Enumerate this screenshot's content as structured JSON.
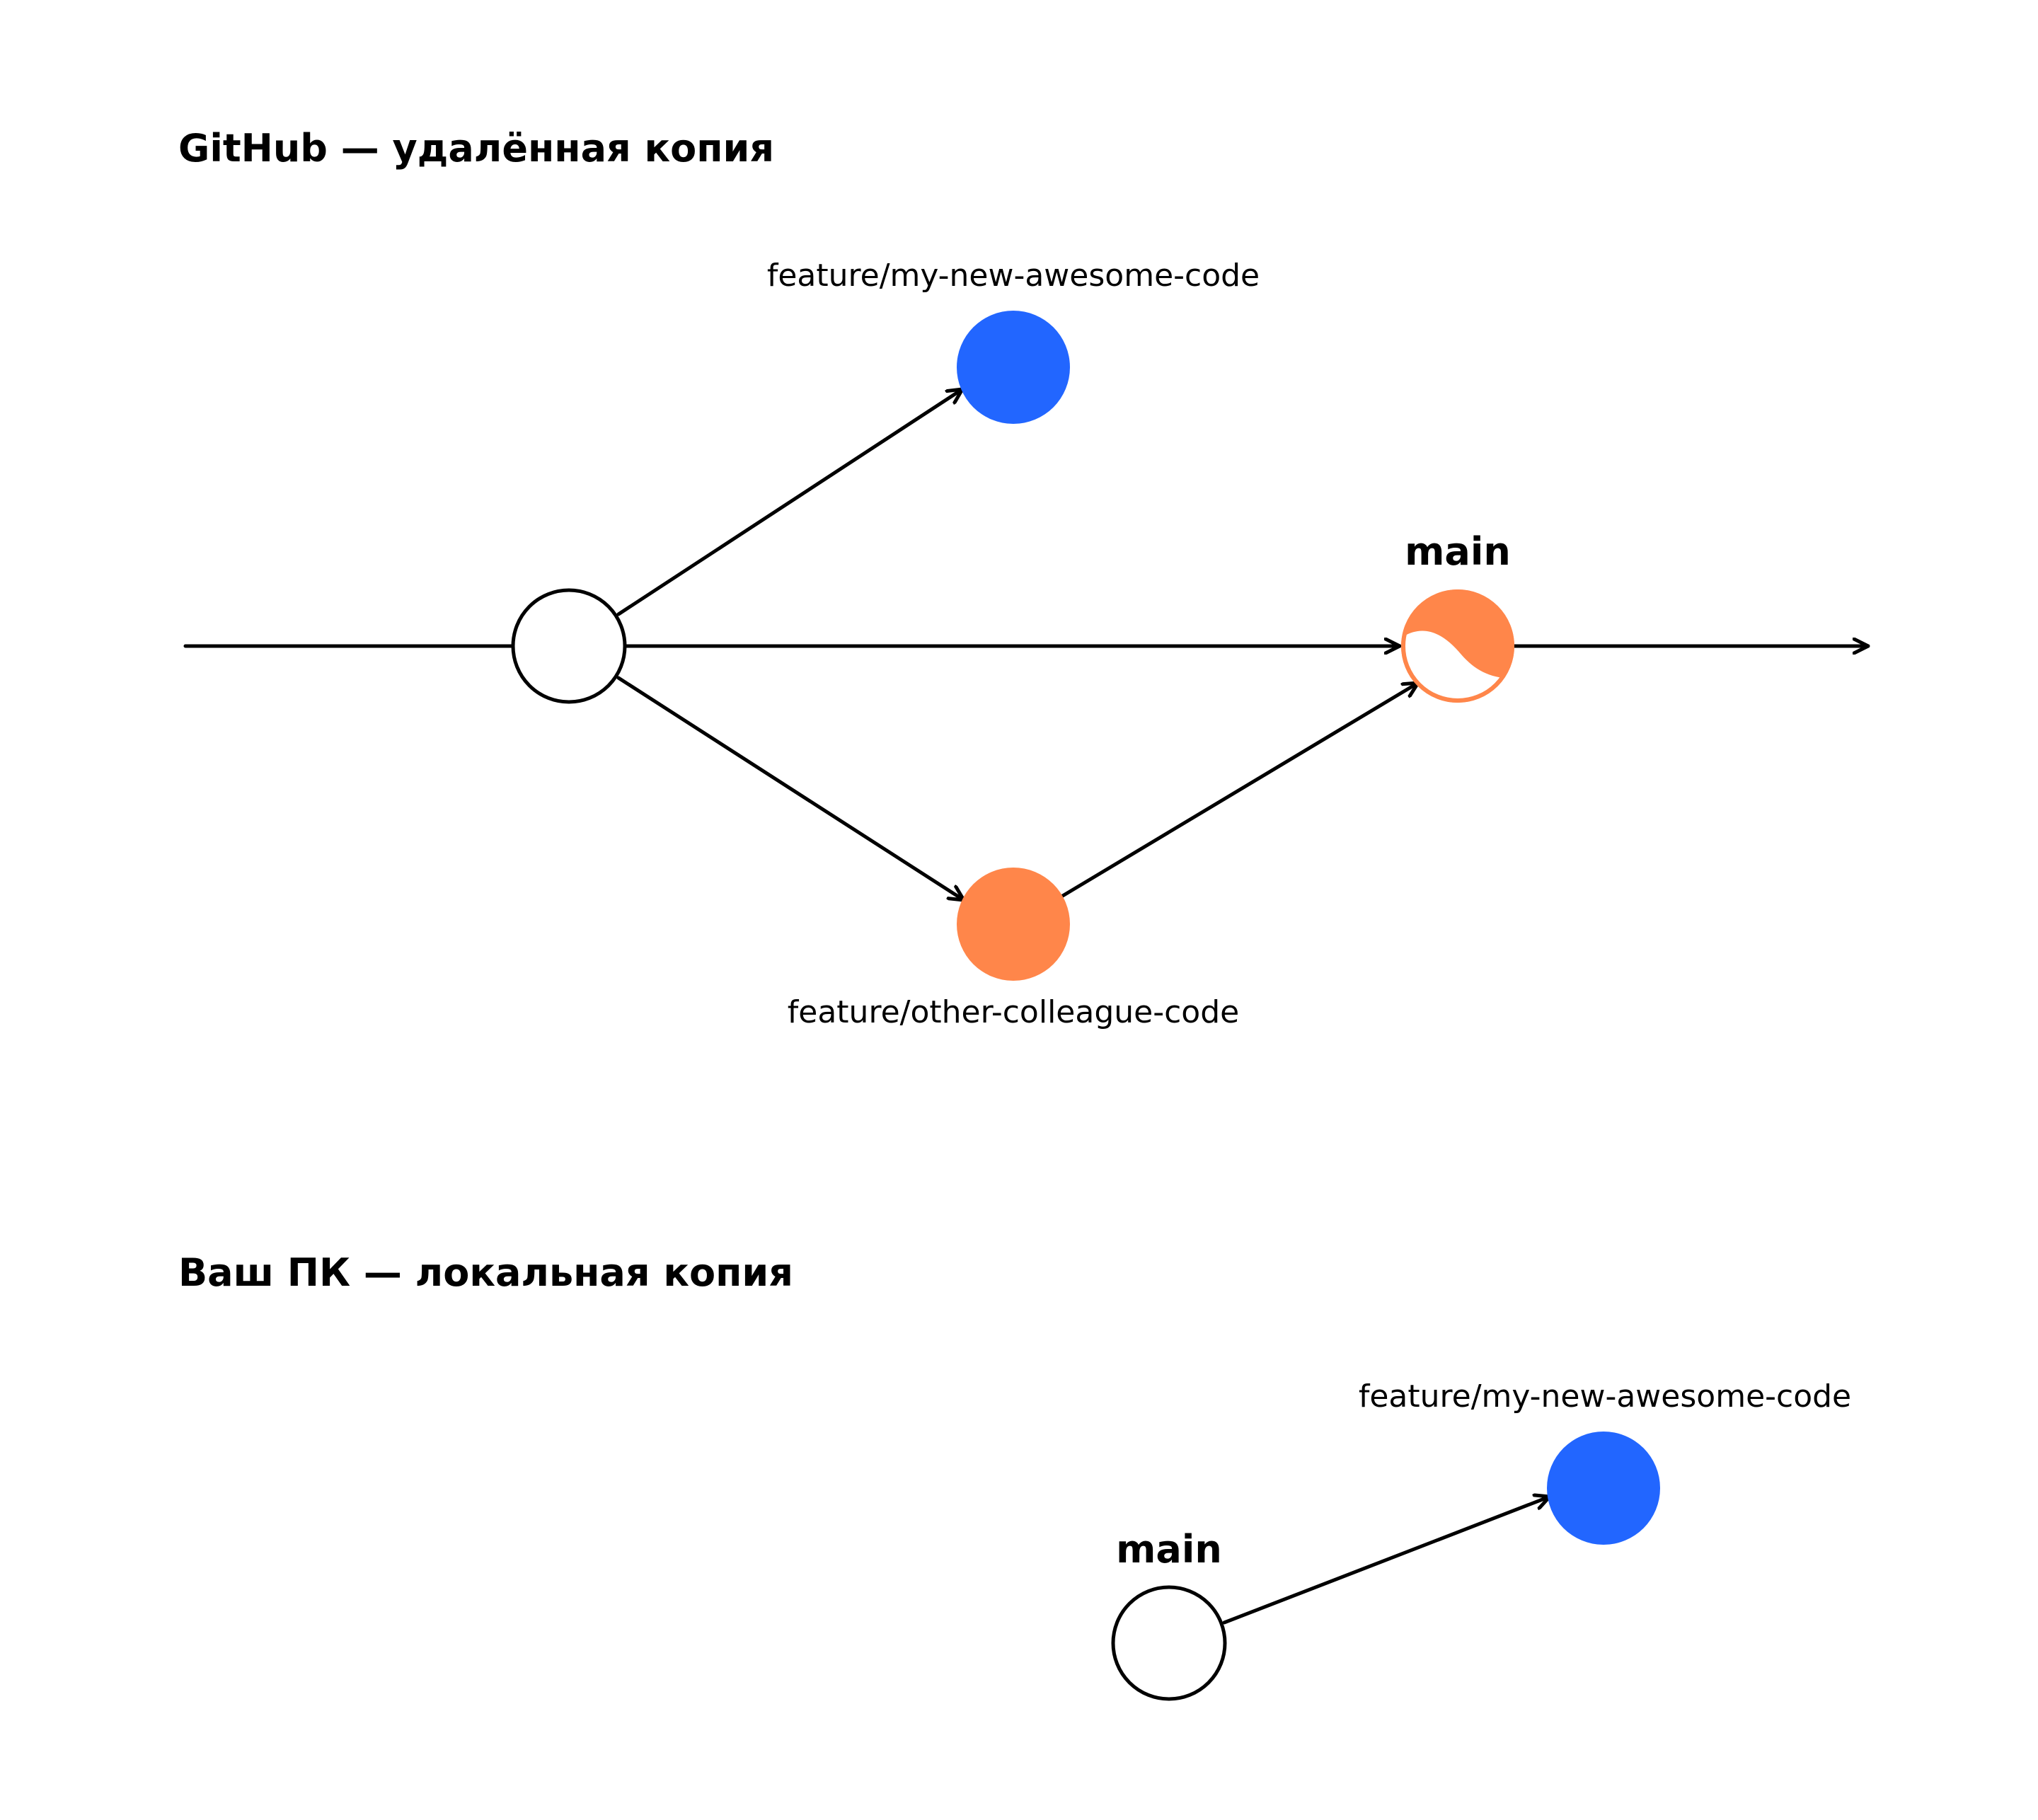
{
  "colors": {
    "line": "#000000",
    "blue": "#2266FF",
    "orange": "#FF864A",
    "empty": "#FFFFFF"
  },
  "remote": {
    "title": "GitHub — удалённая копия",
    "branch_top_label": "feature/my-new-awesome-code",
    "branch_bottom_label": "feature/other-colleague-code",
    "main_label": "main"
  },
  "local": {
    "title": "Ваш ПК — локальная копия",
    "main_label": "main",
    "branch_label": "feature/my-new-awesome-code"
  }
}
